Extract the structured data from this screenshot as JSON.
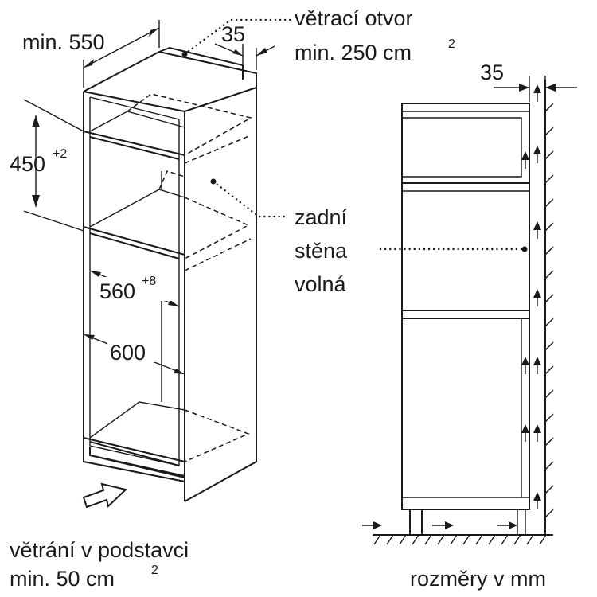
{
  "labels": {
    "min550": "min. 550",
    "dim35_top": "35",
    "vent_opening_l1": "větrací otvor",
    "vent_opening_l2": "min. 250 cm",
    "vent_opening_sup": "2",
    "dim450": "450",
    "dim450_sup": "+2",
    "dim560": "560",
    "dim560_sup": "+8",
    "dim600": "600",
    "back_wall_l1": "zadní",
    "back_wall_l2": "stěna",
    "back_wall_l3": "volná",
    "dim35_right": "35",
    "base_vent_l1": "větrání v podstavci",
    "base_vent_l2": "min. 50 cm",
    "base_vent_sup": "2",
    "units": "rozměry v mm"
  },
  "colors": {
    "ink": "#1a1a1a",
    "background": "#ffffff"
  }
}
